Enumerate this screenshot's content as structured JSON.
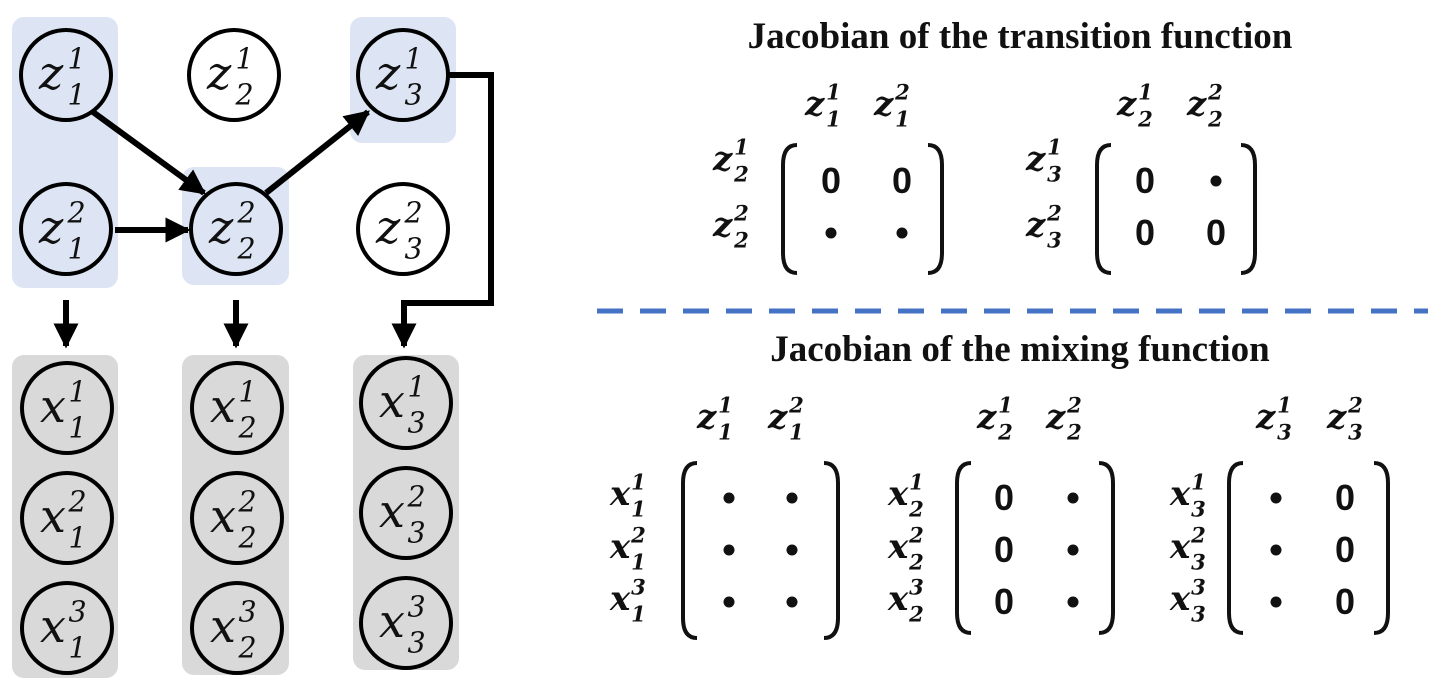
{
  "colors": {
    "latent_group": "#dde5f4",
    "observed_group": "#d9d9d9",
    "stroke": "#000000",
    "divider": "#4472c4"
  },
  "graph": {
    "latent_nodes": [
      {
        "id": "z11",
        "base": "z",
        "sup": "1",
        "sub": "1"
      },
      {
        "id": "z12",
        "base": "z",
        "sup": "1",
        "sub": "2"
      },
      {
        "id": "z13",
        "base": "z",
        "sup": "1",
        "sub": "3"
      },
      {
        "id": "z21",
        "base": "z",
        "sup": "2",
        "sub": "1"
      },
      {
        "id": "z22",
        "base": "z",
        "sup": "2",
        "sub": "2"
      },
      {
        "id": "z23",
        "base": "z",
        "sup": "2",
        "sub": "3"
      }
    ],
    "observed_nodes": [
      {
        "id": "x11",
        "base": "x",
        "sup": "1",
        "sub": "1"
      },
      {
        "id": "x21",
        "base": "x",
        "sup": "2",
        "sub": "1"
      },
      {
        "id": "x31",
        "base": "x",
        "sup": "3",
        "sub": "1"
      },
      {
        "id": "x12",
        "base": "x",
        "sup": "1",
        "sub": "2"
      },
      {
        "id": "x22",
        "base": "x",
        "sup": "2",
        "sub": "2"
      },
      {
        "id": "x32",
        "base": "x",
        "sup": "3",
        "sub": "2"
      },
      {
        "id": "x13",
        "base": "x",
        "sup": "1",
        "sub": "3"
      },
      {
        "id": "x23",
        "base": "x",
        "sup": "2",
        "sub": "3"
      },
      {
        "id": "x33",
        "base": "x",
        "sup": "3",
        "sub": "3"
      }
    ],
    "edges": [
      {
        "from": "z11",
        "to": "z22"
      },
      {
        "from": "z21",
        "to": "z22"
      },
      {
        "from": "z22",
        "to": "z13"
      },
      {
        "from": "z13",
        "to": "x13"
      },
      {
        "from": "group1",
        "to": "x11"
      },
      {
        "from": "group2",
        "to": "x12"
      }
    ]
  },
  "transition": {
    "title": "Jacobian of the transition function",
    "matrices": [
      {
        "cols": [
          {
            "base": "z",
            "sup": "1",
            "sub": "1"
          },
          {
            "base": "z",
            "sup": "2",
            "sub": "1"
          }
        ],
        "rows": [
          {
            "base": "z",
            "sup": "1",
            "sub": "2"
          },
          {
            "base": "z",
            "sup": "2",
            "sub": "2"
          }
        ],
        "cells": [
          [
            "0",
            "0"
          ],
          [
            "•",
            "•"
          ]
        ]
      },
      {
        "cols": [
          {
            "base": "z",
            "sup": "1",
            "sub": "2"
          },
          {
            "base": "z",
            "sup": "2",
            "sub": "2"
          }
        ],
        "rows": [
          {
            "base": "z",
            "sup": "1",
            "sub": "3"
          },
          {
            "base": "z",
            "sup": "2",
            "sub": "3"
          }
        ],
        "cells": [
          [
            "0",
            "•"
          ],
          [
            "0",
            "0"
          ]
        ]
      }
    ]
  },
  "mixing": {
    "title": "Jacobian of the mixing function",
    "matrices": [
      {
        "cols": [
          {
            "base": "z",
            "sup": "1",
            "sub": "1"
          },
          {
            "base": "z",
            "sup": "2",
            "sub": "1"
          }
        ],
        "rows": [
          {
            "base": "x",
            "sup": "1",
            "sub": "1"
          },
          {
            "base": "x",
            "sup": "2",
            "sub": "1"
          },
          {
            "base": "x",
            "sup": "3",
            "sub": "1"
          }
        ],
        "cells": [
          [
            "•",
            "•"
          ],
          [
            "•",
            "•"
          ],
          [
            "•",
            "•"
          ]
        ]
      },
      {
        "cols": [
          {
            "base": "z",
            "sup": "1",
            "sub": "2"
          },
          {
            "base": "z",
            "sup": "2",
            "sub": "2"
          }
        ],
        "rows": [
          {
            "base": "x",
            "sup": "1",
            "sub": "2"
          },
          {
            "base": "x",
            "sup": "2",
            "sub": "2"
          },
          {
            "base": "x",
            "sup": "3",
            "sub": "2"
          }
        ],
        "cells": [
          [
            "0",
            "•"
          ],
          [
            "0",
            "•"
          ],
          [
            "0",
            "•"
          ]
        ]
      },
      {
        "cols": [
          {
            "base": "z",
            "sup": "1",
            "sub": "3"
          },
          {
            "base": "z",
            "sup": "2",
            "sub": "3"
          }
        ],
        "rows": [
          {
            "base": "x",
            "sup": "1",
            "sub": "3"
          },
          {
            "base": "x",
            "sup": "2",
            "sub": "3"
          },
          {
            "base": "x",
            "sup": "3",
            "sub": "3"
          }
        ],
        "cells": [
          [
            "•",
            "0"
          ],
          [
            "•",
            "0"
          ],
          [
            "•",
            "0"
          ]
        ]
      }
    ]
  }
}
